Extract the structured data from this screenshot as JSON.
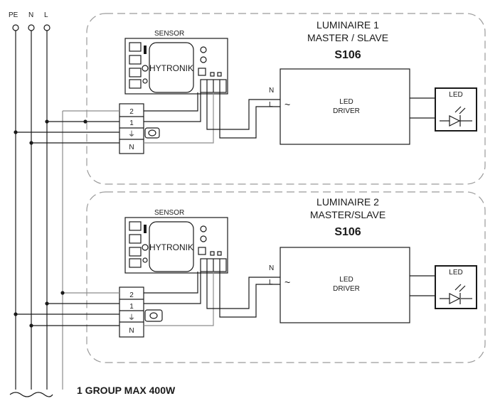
{
  "bus_labels": [
    "PE",
    "N",
    "L"
  ],
  "luminaires": [
    {
      "title_line1": "LUMINAIRE 1",
      "title_line2": "MASTER / SLAVE",
      "model": "S106",
      "sensor_label": "SENSOR",
      "sensor_brand": "HYTRONIK",
      "driver_line1": "LED",
      "driver_line2": "DRIVER",
      "driver_input_n": "N",
      "driver_input_l": "L",
      "driver_ac_symbol": "~",
      "led_label": "LED",
      "terminal_labels": [
        "2",
        "1",
        "⏚",
        "N"
      ]
    },
    {
      "title_line1": "LUMINAIRE 2",
      "title_line2": "MASTER/SLAVE",
      "model": "S106",
      "sensor_label": "SENSOR",
      "sensor_brand": "HYTRONIK",
      "driver_line1": "LED",
      "driver_line2": "DRIVER",
      "driver_input_n": "N",
      "driver_input_l": "L",
      "driver_ac_symbol": "~",
      "led_label": "LED",
      "terminal_labels": [
        "2",
        "1",
        "⏚",
        "N"
      ]
    }
  ],
  "footer": "1 GROUP MAX 400W"
}
